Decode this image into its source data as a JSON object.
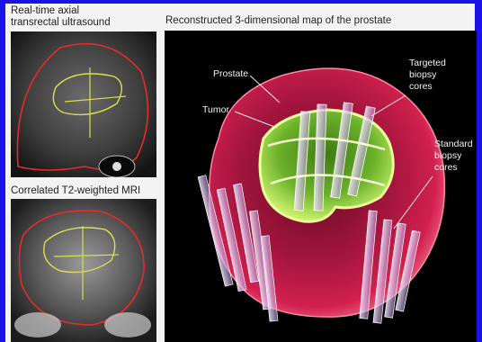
{
  "captions": {
    "ultrasound_line1": "Real-time axial",
    "ultrasound_line2": "transrectal ultrasound",
    "mri": "Correlated T2-weighted MRI",
    "map": "Reconstructed 3-dimensional map of the prostate"
  },
  "labels": {
    "prostate": "Prostate",
    "tumor": "Tumor",
    "targeted_1": "Targeted",
    "targeted_2": "biopsy",
    "targeted_3": "cores",
    "standard_1": "Standard",
    "standard_2": "biopsy",
    "standard_3": "cores"
  },
  "colors": {
    "background": "#1a12e6",
    "prostate": "#d2204e",
    "tumor": "#8fd13a",
    "contour_red": "#e52b2b",
    "contour_yellow": "#d8e04a"
  }
}
